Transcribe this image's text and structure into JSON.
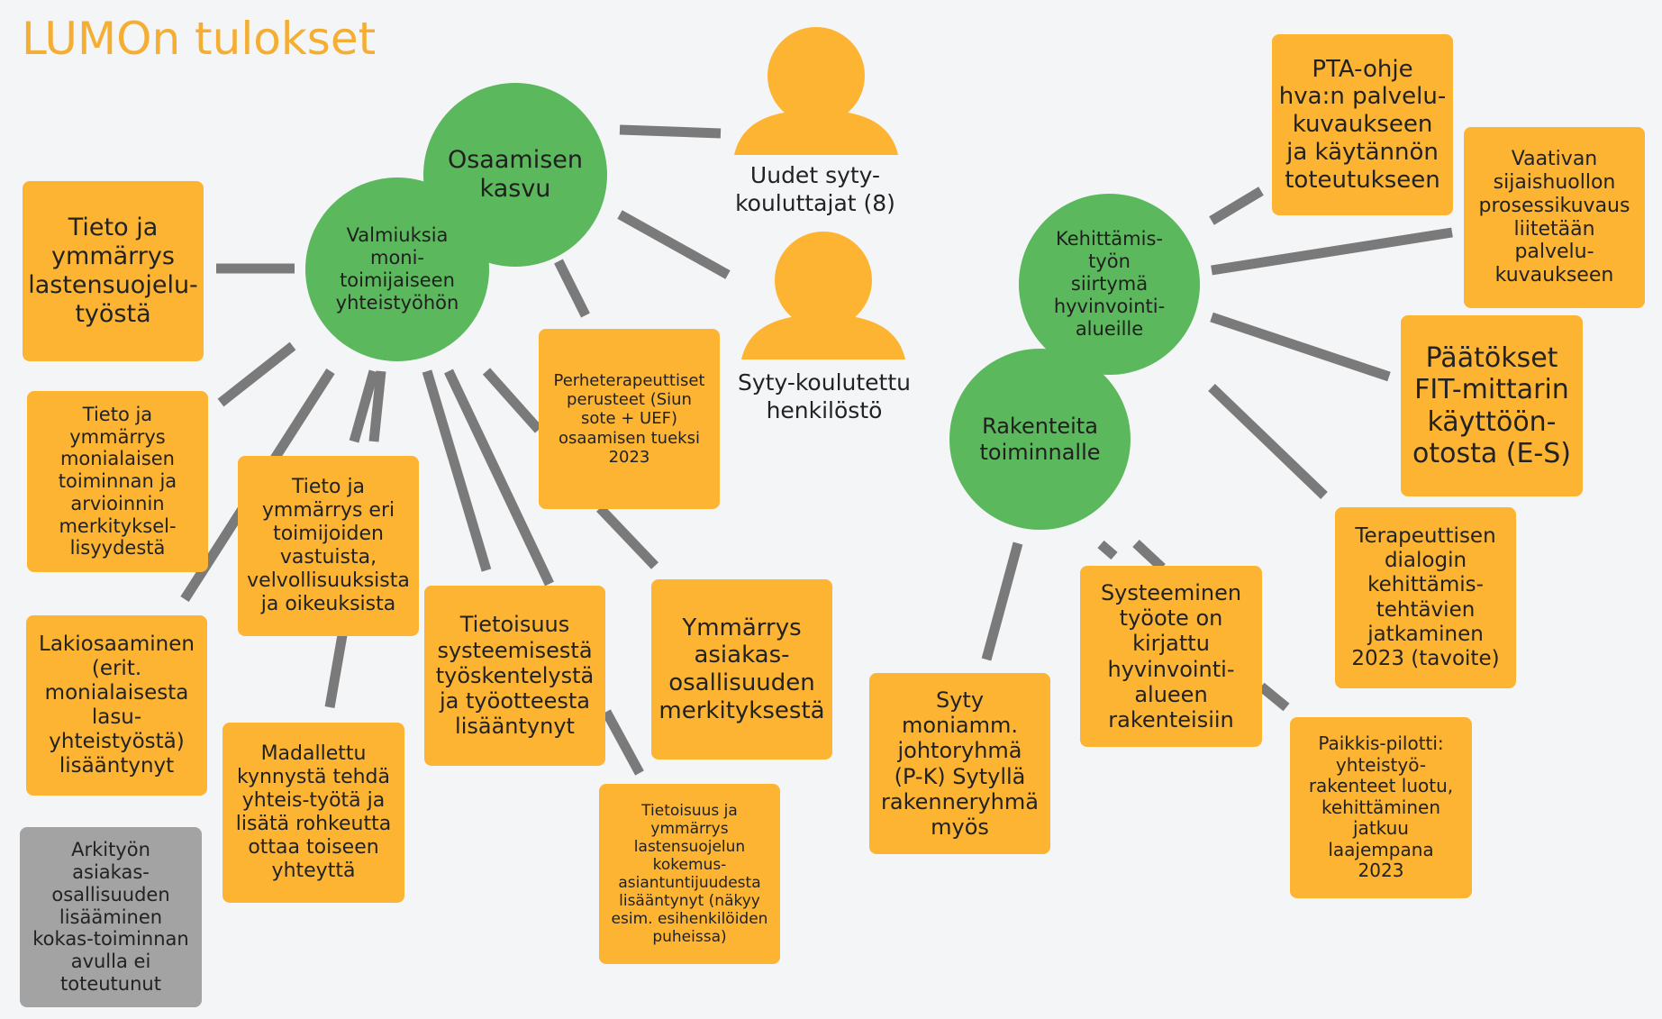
{
  "title": "LUMOn tulokset",
  "colors": {
    "title": "#f5ae34",
    "box": "#fdb432",
    "gray_box": "#a3a3a3",
    "circle": "#5cb85c",
    "connector": "#7a7a7a"
  },
  "circles": {
    "osaamisen_kasvu": "Osaamisen\nkasvu",
    "valmiuksia": "Valmiuksia\nmoni-\ntoimijaiseen\nyhteistyöhön",
    "kehittamistyon": "Kehittämis-\ntyön\nsiirtymä\nhyvinvointi-\nalueille",
    "rakenteita": "Rakenteita\ntoiminnalle"
  },
  "people": {
    "kouluttajat": "Uudet syty-\nkouluttajat (8)",
    "koulutettu": "Syty-koulutettu\nhenkilöstö"
  },
  "boxes": {
    "tieto_lastensuojelu": "Tieto ja\nymmärrys\nlastensuojelu-\ntyöstä",
    "tieto_monialaisen": "Tieto ja\nymmärrys\nmonialaisen\ntoiminnan ja\narvioinnin\nmerkityksel-\nlisyydestä",
    "tieto_eri_toimijoiden": "Tieto ja\nymmärrys eri\ntoimijoiden\nvastuista,\nvelvollisuuksista\nja oikeuksista",
    "lakiosaaminen": "Lakiosaaminen\n(erit.\nmonialaisesta\nlasu-\nyhteistyöstä)\nlisääntynyt",
    "arkityon": "Arkityön\nasiakas-\nosallisuuden\nlisääminen\nkokas-toiminnan\navulla ei\ntoteutunut",
    "madallettu": "Madallettu\nkynnystä tehdä\nyhteis-työtä ja\nlisätä rohkeutta\nottaa toiseen\nyhteyttä",
    "tietoisuus_systeemisesta": "Tietoisuus\nsysteemisestä\ntyöskentelystä\nja työotteesta\nlisääntynyt",
    "perheterapeuttiset": "Perheterapeuttiset\nperusteet (Siun\nsote + UEF)\nosaamisen tueksi\n2023",
    "ymmarrys_asiakas": "Ymmärrys\nasiakas-\nosallisuuden\nmerkityksestä",
    "tietoisuus_kokemus": "Tietoisuus ja\nymmärrys\nlastensuojelun\nkokemus-\nasiantuntijuudesta\nlisääntynyt (näkyy\nesim. esihenkilöiden\npuheissa)",
    "pta_ohje": "PTA-ohje\nhva:n palvelu-\nkuvaukseen\nja käytännön\ntoteutukseen",
    "vaativan": "Vaativan\nsijaishuollon\nprosessikuvaus\nliitetään\npalvelu-\nkuvaukseen",
    "paatokset_fit": "Päätökset\nFIT-mittarin\nkäyttöön-\notosta (E-S)",
    "terapeuttisen": "Terapeuttisen\ndialogin\nkehittämis-\ntehtävien\njatkaminen\n2023 (tavoite)",
    "syty_moniamm": "Syty\nmoniamm.\njohtoryhmä\n(P-K) Sytyllä\nrakenneryhmä\nmyös",
    "systeeminen_tyoote": "Systeeminen\ntyöote on\nkirjattu\nhyvinvointi-\nalueen\nrakenteisiin",
    "paikkis": "Paikkis-pilotti:\nyhteistyö-\nrakenteet luotu,\nkehittäminen\njatkuu\nlaajempana\n2023"
  }
}
